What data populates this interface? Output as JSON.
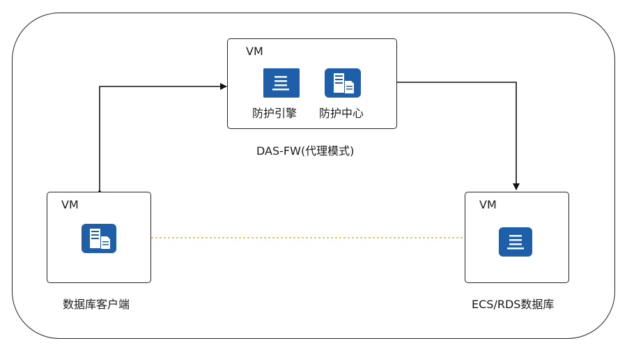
{
  "top_vm": {
    "label": "VM",
    "engine_label": "防护引擎",
    "center_label": "防护中心",
    "caption": "DAS-FW(代理模式)"
  },
  "left_vm": {
    "label": "VM",
    "caption": "数据库客户端"
  },
  "right_vm": {
    "label": "VM",
    "caption": "ECS/RDS数据库"
  },
  "colors": {
    "icon_blue": "#1f5faa",
    "dashed_link": "#f2b21b",
    "line": "#111111"
  },
  "icons": {
    "engine": "list-box-icon",
    "center": "server-document-icon",
    "client": "server-document-icon",
    "database": "list-box-icon"
  }
}
